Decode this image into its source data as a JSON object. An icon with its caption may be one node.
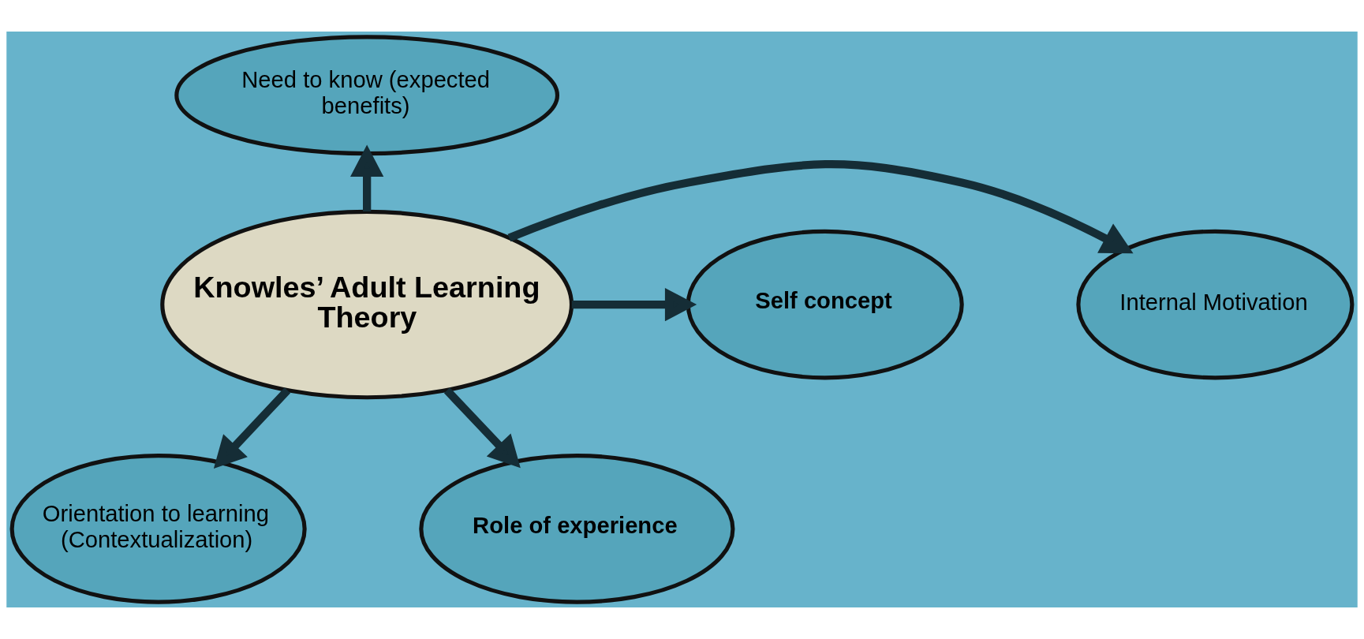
{
  "diagram": {
    "nodes": [
      {
        "text": [
          "Need to know (expected benefits)"
        ]
      },
      {
        "text": [
          "Internal Motivation"
        ]
      },
      {
        "text": [
          "Self concept"
        ]
      },
      {
        "text": [
          "Knowles’ Adult Learning Theory"
        ]
      },
      {
        "text": [
          "Orientation to learning (Contextualization)"
        ]
      },
      {
        "text": [
          "Role of experience"
        ]
      }
    ],
    "edges": [
      {
        "from": 3,
        "to": 0,
        "arrow": "to"
      },
      {
        "from": 3,
        "to": 1,
        "arrow": "to"
      },
      {
        "from": 3,
        "to": 2,
        "arrow": "to"
      },
      {
        "from": 3,
        "to": 4,
        "arrow": "to"
      },
      {
        "from": 3,
        "to": 5,
        "arrow": "to"
      }
    ]
  }
}
